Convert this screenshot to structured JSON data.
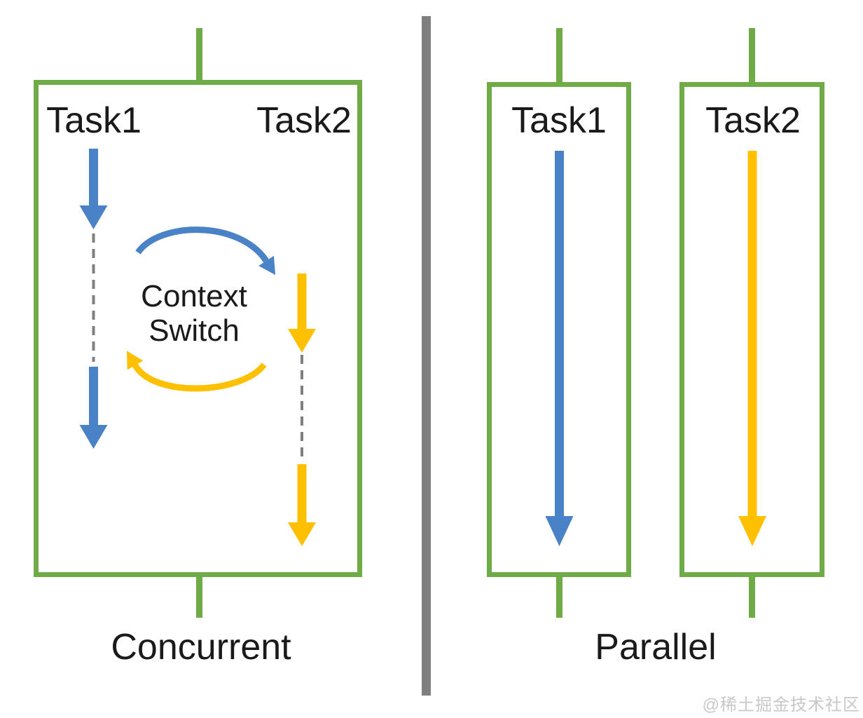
{
  "left_panel": {
    "task1_label": "Task1",
    "task2_label": "Task2",
    "center_label_line1": "Context",
    "center_label_line2": "Switch",
    "caption": "Concurrent"
  },
  "right_panel": {
    "task1_label": "Task1",
    "task2_label": "Task2",
    "caption": "Parallel"
  },
  "watermark": "@稀土掘金技术社区",
  "colors": {
    "green": "#6FAC47",
    "blue": "#4A82C8",
    "yellow": "#FFC000",
    "gray": "#7F7F7F",
    "text": "#1A1A1A",
    "watermark": "#C7C7CC",
    "background": "#FFFFFF"
  }
}
